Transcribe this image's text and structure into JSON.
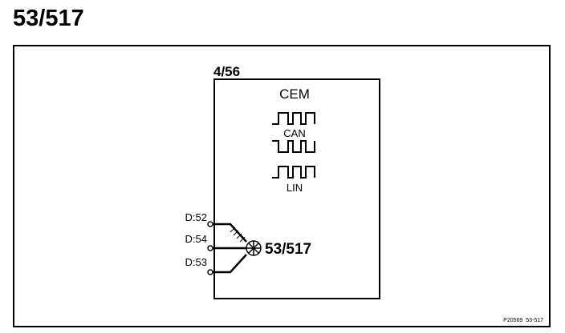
{
  "title": "53/517",
  "module": {
    "id": "4/56",
    "name": "CEM"
  },
  "buses": [
    {
      "label": "CAN",
      "signal": "square-wave-pair"
    },
    {
      "label": "LIN",
      "signal": "square-wave"
    }
  ],
  "connectors": [
    {
      "label": "D:52"
    },
    {
      "label": "D:54"
    },
    {
      "label": "D:53"
    }
  ],
  "component": {
    "label": "53/517",
    "symbol": "circle-x-icon"
  },
  "footer": {
    "reference": "P20569  53-517"
  },
  "colors": {
    "line": "#000000",
    "background": "#ffffff"
  }
}
